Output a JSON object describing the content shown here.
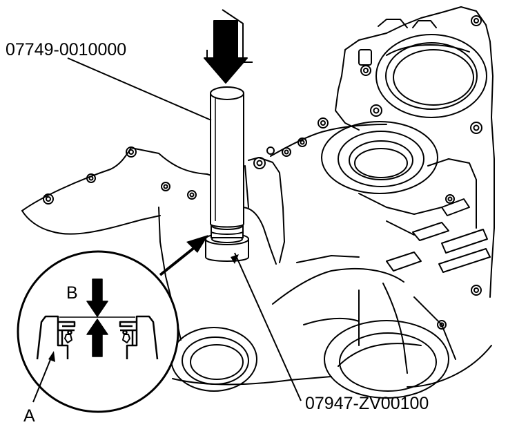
{
  "labels": {
    "driver_part": "07749-0010000",
    "attachment_part": "07947-ZV00100",
    "callout_a": "A",
    "callout_b": "B"
  },
  "colors": {
    "ink": "#000000",
    "paper": "#ffffff"
  },
  "icons": {
    "press_direction": "down-arrow-icon",
    "depth_arrows": "opposed-arrows-icon"
  }
}
